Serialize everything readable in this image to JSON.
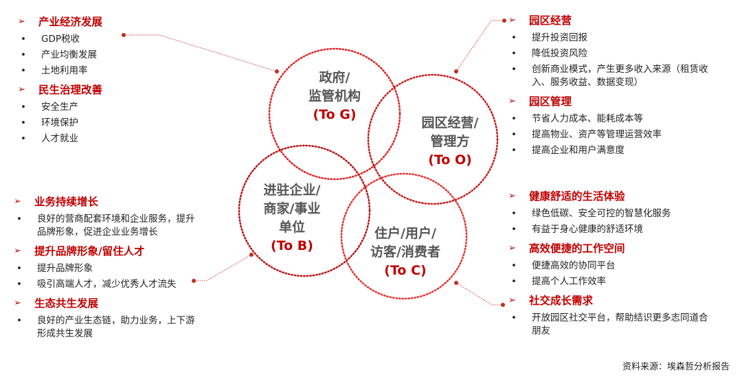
{
  "left_top": {
    "groups": [
      {
        "title": "产业经济发展",
        "items": [
          "GDP税收",
          "产业均衡发展",
          "土地利用率"
        ]
      },
      {
        "title": "民生治理改善",
        "items": [
          "安全生产",
          "环境保护",
          "人才就业"
        ]
      }
    ]
  },
  "left_bottom": {
    "groups": [
      {
        "title": "业务持续增长",
        "items": [
          "良好的营商配套环境和企业服务，提升品牌形象，促进企业业务增长"
        ]
      },
      {
        "title": "提升品牌形象/留住人才",
        "items": [
          "提升品牌形象",
          "吸引高端人才，减少优秀人才流失"
        ]
      },
      {
        "title": "生态共生发展",
        "items": [
          "良好的产业生态链，助力业务，上下游形成共生发展"
        ]
      }
    ]
  },
  "right_top": {
    "groups": [
      {
        "title": "园区经营",
        "items": [
          "提升投资回报",
          "降低投资风险",
          "创新商业模式，产生更多收入来源（租赁收入、服务收益、数据变现）"
        ]
      },
      {
        "title": "园区管理",
        "items": [
          "节省人力成本、能耗成本等",
          "提高物业、资产等管理运营效率",
          "提高企业和用户满意度"
        ]
      }
    ]
  },
  "right_bottom": {
    "groups": [
      {
        "title": "健康舒适的生活体验",
        "items": [
          "绿色低碳、安全可控的智慧化服务",
          "有益于身心健康的舒适环境"
        ]
      },
      {
        "title": "高效便捷的工作空间",
        "items": [
          "便捷高效的协同平台",
          "提高个人工作效率"
        ]
      },
      {
        "title": "社交成长需求",
        "items": [
          "开放园区社交平台，帮助结识更多志同道合朋友"
        ]
      }
    ]
  },
  "circles": {
    "g": {
      "l1": "政府/",
      "l2": "监管机构",
      "to": "(To G)"
    },
    "o": {
      "l1": "园区经营/",
      "l2": "管理方",
      "to": "(To O)"
    },
    "b": {
      "l1": "进驻企业/",
      "l2": "商家/事业",
      "l3": "单位",
      "to": "(To B)"
    },
    "c": {
      "l1": "住户/用户/",
      "l2": "访客/消费者",
      "to": "(To C)"
    }
  },
  "bullet": "•",
  "arrow": "➢",
  "source": "资料来源：埃森哲分析报告"
}
